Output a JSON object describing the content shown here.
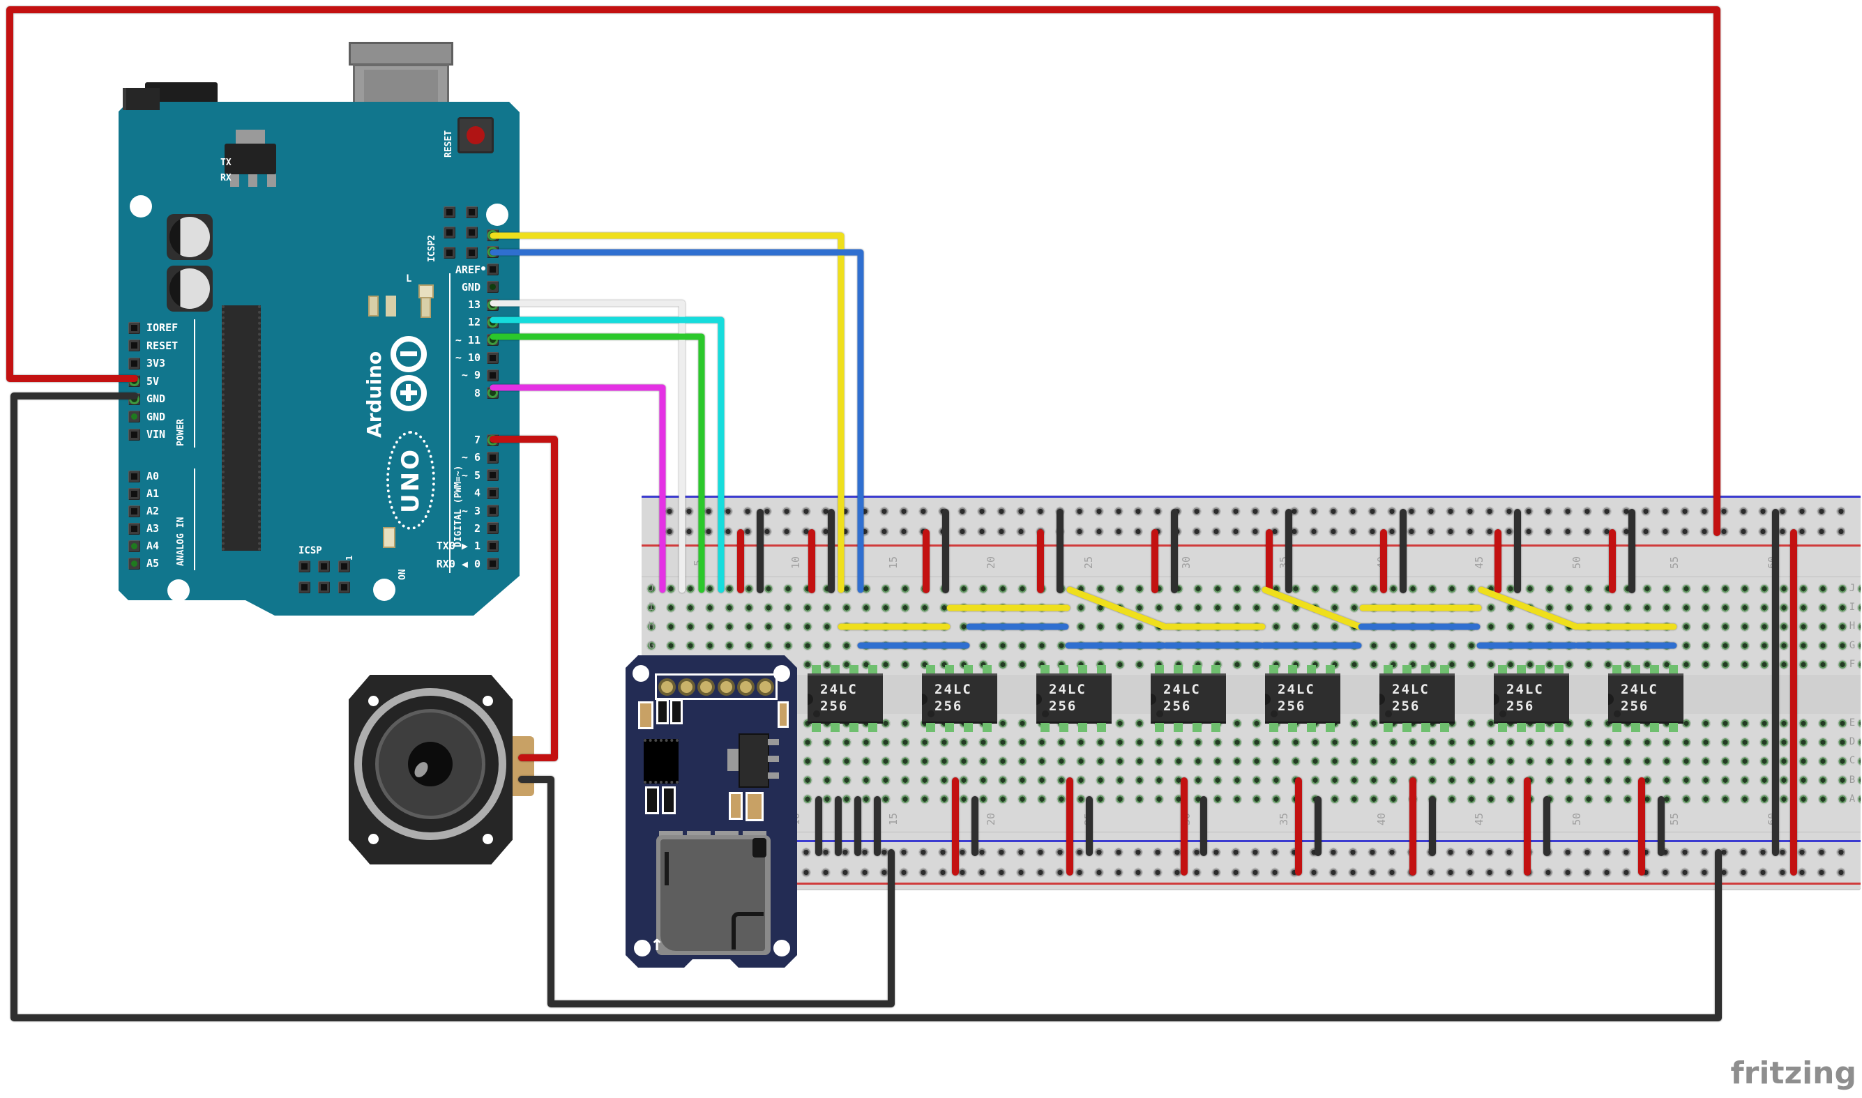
{
  "watermark": "fritzing",
  "arduino": {
    "brand": "Arduino",
    "model": "UNO",
    "labels": {
      "icsp2": "ICSP2",
      "icsp": "ICSP",
      "icsp_pin1": "1",
      "on": "ON",
      "led_l": "L",
      "tx": "TX",
      "rx": "RX",
      "reset_button": "RESET",
      "digital_group": "DIGITAL (PWM=~)",
      "power_group": "POWER",
      "analog_group": "ANALOG IN"
    },
    "power_pins": [
      {
        "label": "IOREF",
        "cls": "pin"
      },
      {
        "label": "RESET",
        "cls": "pin"
      },
      {
        "label": "3V3",
        "cls": "pin"
      },
      {
        "label": "5V",
        "cls": "pin lit"
      },
      {
        "label": "GND",
        "cls": "pin lit"
      },
      {
        "label": "GND",
        "cls": "pin gdot"
      },
      {
        "label": "VIN",
        "cls": "pin"
      }
    ],
    "analog_pins": [
      {
        "label": "A0",
        "cls": "pin"
      },
      {
        "label": "A1",
        "cls": "pin"
      },
      {
        "label": "A2",
        "cls": "pin"
      },
      {
        "label": "A3",
        "cls": "pin"
      },
      {
        "label": "A4",
        "cls": "pin gdot"
      },
      {
        "label": "A5",
        "cls": "pin gdot"
      }
    ],
    "digital_pins_a": [
      {
        "label": "",
        "cls": "pin lit"
      },
      {
        "label": "",
        "cls": "pin lit"
      },
      {
        "label": "AREF",
        "cls": "pin"
      },
      {
        "label": "GND",
        "cls": "pin gdark"
      },
      {
        "label": "13",
        "cls": "pin lit"
      },
      {
        "label": "12",
        "cls": "pin lit"
      },
      {
        "label": "~ 11",
        "cls": "pin lit"
      },
      {
        "label": "~ 10",
        "cls": "pin"
      },
      {
        "label": "~ 9",
        "cls": "pin"
      },
      {
        "label": "8",
        "cls": "pin lit"
      }
    ],
    "digital_pins_b": [
      {
        "label": "7",
        "cls": "pin lit"
      },
      {
        "label": "~ 6",
        "cls": "pin"
      },
      {
        "label": "~ 5",
        "cls": "pin"
      },
      {
        "label": "4",
        "cls": "pin"
      },
      {
        "label": "~ 3",
        "cls": "pin"
      },
      {
        "label": "2",
        "cls": "pin"
      },
      {
        "label": "TX0 ▶ 1",
        "cls": "pin"
      },
      {
        "label": "RX0 ◀ 0",
        "cls": "pin"
      }
    ]
  },
  "breadboard": {
    "row_letters_top": [
      "J",
      "I",
      "H",
      "G",
      "F"
    ],
    "row_letters_bottom": [
      "E",
      "D",
      "C",
      "B",
      "A"
    ],
    "column_numbers": [
      "5",
      "10",
      "15",
      "20",
      "25",
      "30",
      "35",
      "40",
      "45",
      "50",
      "55",
      "60"
    ],
    "chips": [
      {
        "l1": "24LC",
        "l2": "256"
      },
      {
        "l1": "24LC",
        "l2": "256"
      },
      {
        "l1": "24LC",
        "l2": "256"
      },
      {
        "l1": "24LC",
        "l2": "256"
      },
      {
        "l1": "24LC",
        "l2": "256"
      },
      {
        "l1": "24LC",
        "l2": "256"
      },
      {
        "l1": "24LC",
        "l2": "256"
      },
      {
        "l1": "24LC",
        "l2": "256"
      }
    ]
  },
  "sd_module": {
    "arrow": "↑"
  },
  "wires": [
    {
      "name": "5v-bus",
      "color": "#c31111"
    },
    {
      "name": "gnd-bus",
      "color": "#2f2f2f"
    },
    {
      "name": "rail-bridge-5v",
      "color": "#c31111"
    },
    {
      "name": "rail-bridge-gnd",
      "color": "#2f2f2f"
    },
    {
      "name": "scl-yellow",
      "color": "#efdf1c"
    },
    {
      "name": "sda-blue",
      "color": "#2f6fd0"
    },
    {
      "name": "d13-white",
      "color": "#eeeeee"
    },
    {
      "name": "d12-cyan",
      "color": "#16dcdc"
    },
    {
      "name": "d11-green",
      "color": "#2bc82b"
    },
    {
      "name": "d8-magenta",
      "color": "#e431e4"
    },
    {
      "name": "d7-speaker-red",
      "color": "#c31111"
    },
    {
      "name": "speaker-gnd-black",
      "color": "#2f2f2f"
    }
  ]
}
